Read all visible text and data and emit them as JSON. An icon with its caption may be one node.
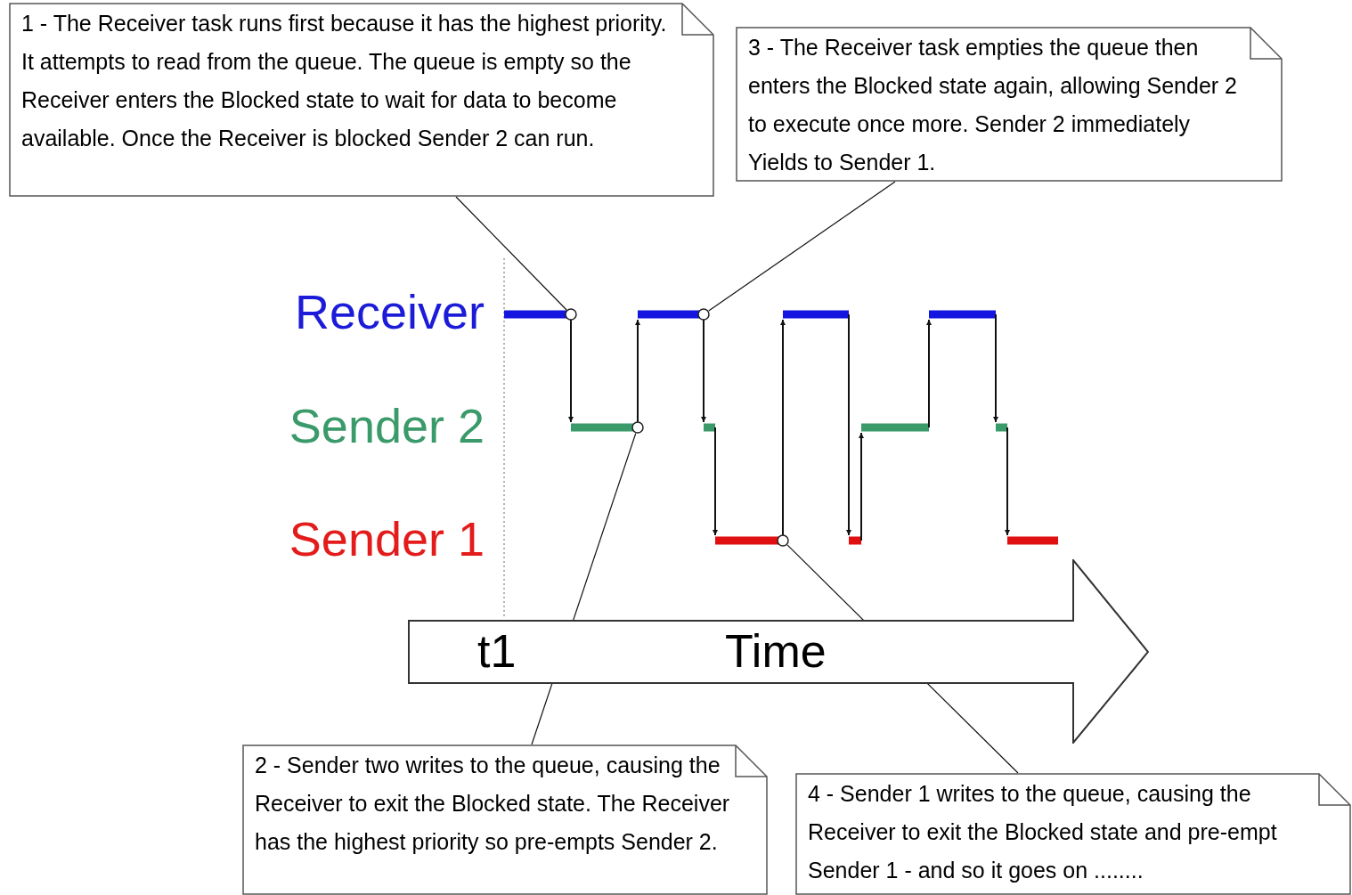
{
  "diagram": {
    "nodes": [
      {
        "text": [
          "1 - The Receiver task runs first because it has the highest priority.  It attempts to read from the queue.  The queue is empty so the Receiver enters the Blocked state to wait for data to become available.  Once the Receiver is blocked Sender 2 can run."
        ]
      },
      {
        "text": [
          "3 - The Receiver task empties the queue then enters the Blocked state again, allowing Sender 2 to execute once more. Sender 2 immediately Yields to Sender 1."
        ]
      },
      {
        "text": [],
        "shape": "circle"
      },
      {
        "text": [],
        "shape": "circle"
      },
      {
        "text": [],
        "shape": "circle"
      },
      {
        "text": [],
        "shape": "circle"
      },
      {
        "text": [
          "t1",
          "Time"
        ]
      },
      {
        "text": [
          "2 - Sender two writes to the queue, causing the Receiver to exit the Blocked state.  The Receiver has the highest priority so pre-empts Sender 2."
        ]
      },
      {
        "text": [
          "4 - Sender 1 writes to the queue, causing the Receiver to exit the Blocked state and pre-empt Sender 1 - and so it goes on ........"
        ]
      }
    ],
    "edges": [
      {
        "from": 0,
        "to": 2,
        "arrow": "none"
      },
      {
        "from": 1,
        "to": 3,
        "arrow": "none"
      },
      {
        "from": 7,
        "to": 4,
        "arrow": "none"
      },
      {
        "from": 8,
        "to": 5,
        "arrow": "none"
      }
    ],
    "labels": [
      "Receiver",
      "Sender 2",
      "Sender 1"
    ]
  }
}
